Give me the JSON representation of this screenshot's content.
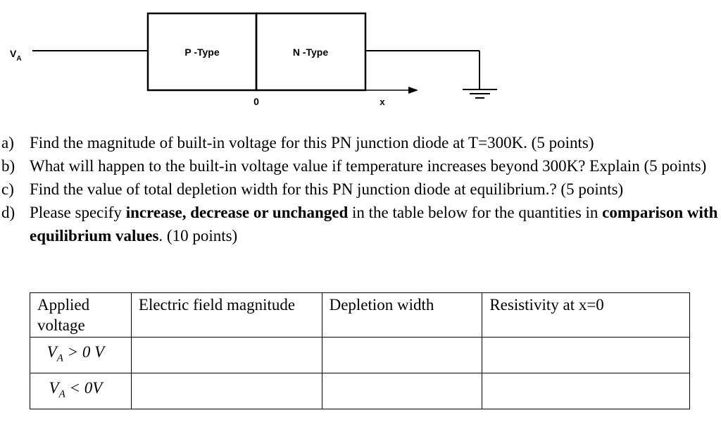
{
  "diagram": {
    "source_label": "V",
    "source_subscript": "A",
    "p_label": "P -Type",
    "n_label": "N -Type",
    "origin_label": "0",
    "axis_label": "x"
  },
  "questions": [
    {
      "letter": "a)",
      "text": "Find the magnitude of built-in voltage for this PN junction diode at T=300K. (5 points)"
    },
    {
      "letter": "b)",
      "text": "What will happen to the built-in voltage value if temperature increases beyond 300K? Explain (5 points)"
    },
    {
      "letter": "c)",
      "text": "Find the value of total depletion width for this PN junction diode at equilibrium.? (5 points)"
    },
    {
      "letter": "d)",
      "pre": "Please specify ",
      "bold1": "increase, decrease or unchanged",
      "mid": " in the table below for the quantities in ",
      "bold2": "comparison with equilibrium values",
      "post": ". (10 points)"
    }
  ],
  "table": {
    "headers": [
      "Applied voltage",
      "Electric field magnitude",
      "Depletion width",
      "Resistivity at x=0"
    ],
    "rows": [
      {
        "v": "V",
        "sub": "A",
        "rel": " > 0 V",
        "cells": [
          "",
          "",
          ""
        ]
      },
      {
        "v": "V",
        "sub": "A",
        "rel": " < 0V",
        "cells": [
          "",
          "",
          ""
        ]
      }
    ]
  }
}
